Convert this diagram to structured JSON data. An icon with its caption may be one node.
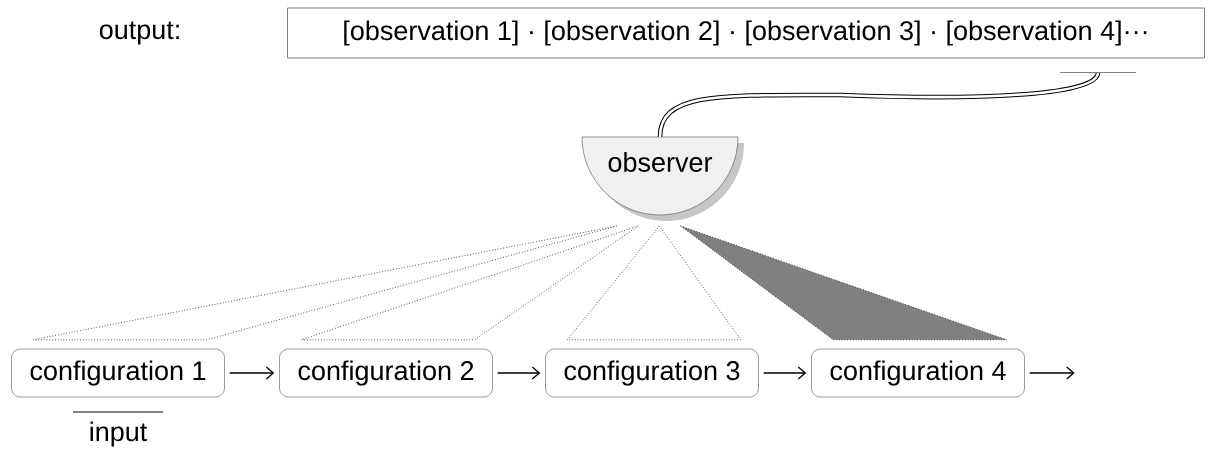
{
  "diagram": {
    "nodes": [
      {
        "text": [
          "[observation 1] · [observation 2] · [observation 3] · [observation 4]···"
        ]
      },
      {
        "text": [
          "observer"
        ]
      },
      {
        "text": [
          "configuration 1"
        ],
        "beside": [
          "input"
        ]
      },
      {
        "text": [
          "configuration 2"
        ]
      },
      {
        "text": [
          "configuration 3"
        ]
      },
      {
        "text": [
          "configuration 4"
        ]
      }
    ],
    "edges": [
      {
        "from": 1,
        "to": 0,
        "arrow": "none",
        "style": "thick"
      },
      {
        "from": 1,
        "to": 2,
        "arrow": "none",
        "style": "dashed"
      },
      {
        "from": 1,
        "to": 3,
        "arrow": "none",
        "style": "dashed"
      },
      {
        "from": 1,
        "to": 4,
        "arrow": "none",
        "style": "dashed"
      },
      {
        "from": 1,
        "to": 5,
        "arrow": "none",
        "style": "dashed",
        "color": "#808080"
      },
      {
        "from": 2,
        "to": 3,
        "arrow": "to"
      },
      {
        "from": 3,
        "to": 4,
        "arrow": "to"
      },
      {
        "from": 4,
        "to": 5,
        "arrow": "to"
      },
      {
        "from": 5,
        "to": null,
        "arrow": "to"
      }
    ],
    "labels": [
      "output:"
    ]
  }
}
